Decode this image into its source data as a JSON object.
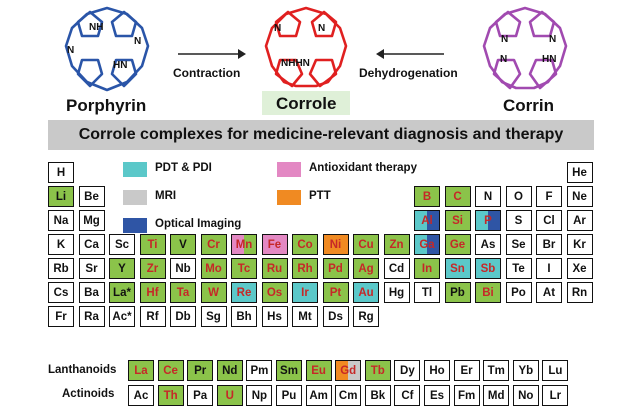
{
  "molecules": {
    "porphyrin": {
      "name": "Porphyrin",
      "nh_top": "NH",
      "n_left": "N",
      "n_right": "N",
      "hn_bottom": "HN",
      "color": "#2a55a8"
    },
    "corrole": {
      "name": "Corrole",
      "n_top": "N",
      "hn_bottom": "NHHN",
      "n2": "N",
      "color": "#e02020"
    },
    "corrin": {
      "name": "Corrin",
      "n_top": "N",
      "hn_bottom": "HN",
      "n_left": "N",
      "n_right": "N",
      "color": "#a14ab0"
    },
    "contraction_label": "Contraction",
    "dehydrogenation_label": "Dehydrogenation"
  },
  "banner": "Corrole complexes for medicine-relevant diagnosis and therapy",
  "legend": [
    {
      "label": "PDT & PDI",
      "color": "#5bc8c9"
    },
    {
      "label": "MRI",
      "color": "#c9c9c9"
    },
    {
      "label": "Optical Imaging",
      "color": "#2f55a5"
    },
    {
      "label": "Antioxidant therapy",
      "color": "#e388c3"
    },
    {
      "label": "PTT",
      "color": "#f08a22"
    }
  ],
  "colors": {
    "green": "#8bc34a",
    "red_text": "#c62828",
    "dark_text": "#111111"
  },
  "elements": [
    {
      "s": "H",
      "r": 0,
      "c": 0,
      "bg": "",
      "txt": "dark"
    },
    {
      "s": "He",
      "r": 0,
      "c": 17,
      "bg": "",
      "txt": "dark"
    },
    {
      "s": "Li",
      "r": 1,
      "c": 0,
      "bg": "green",
      "txt": "dark"
    },
    {
      "s": "Be",
      "r": 1,
      "c": 1,
      "bg": "",
      "txt": "dark"
    },
    {
      "s": "B",
      "r": 1,
      "c": 12,
      "bg": "green",
      "txt": "red"
    },
    {
      "s": "C",
      "r": 1,
      "c": 13,
      "bg": "green",
      "txt": "red"
    },
    {
      "s": "N",
      "r": 1,
      "c": 14,
      "bg": "",
      "txt": "dark"
    },
    {
      "s": "O",
      "r": 1,
      "c": 15,
      "bg": "",
      "txt": "dark"
    },
    {
      "s": "F",
      "r": 1,
      "c": 16,
      "bg": "",
      "txt": "dark"
    },
    {
      "s": "Ne",
      "r": 1,
      "c": 17,
      "bg": "",
      "txt": "dark"
    },
    {
      "s": "Na",
      "r": 2,
      "c": 0,
      "bg": "",
      "txt": "dark"
    },
    {
      "s": "Mg",
      "r": 2,
      "c": 1,
      "bg": "",
      "txt": "dark"
    },
    {
      "s": "Al",
      "r": 2,
      "c": 12,
      "bg": "split-cyan-blue",
      "txt": "red"
    },
    {
      "s": "Si",
      "r": 2,
      "c": 13,
      "bg": "green",
      "txt": "red"
    },
    {
      "s": "P",
      "r": 2,
      "c": 14,
      "bg": "split-cyan-blue",
      "txt": "red"
    },
    {
      "s": "S",
      "r": 2,
      "c": 15,
      "bg": "",
      "txt": "dark"
    },
    {
      "s": "Cl",
      "r": 2,
      "c": 16,
      "bg": "",
      "txt": "dark"
    },
    {
      "s": "Ar",
      "r": 2,
      "c": 17,
      "bg": "",
      "txt": "dark"
    },
    {
      "s": "K",
      "r": 3,
      "c": 0,
      "bg": "",
      "txt": "dark"
    },
    {
      "s": "Ca",
      "r": 3,
      "c": 1,
      "bg": "",
      "txt": "dark"
    },
    {
      "s": "Sc",
      "r": 3,
      "c": 2,
      "bg": "",
      "txt": "dark"
    },
    {
      "s": "Ti",
      "r": 3,
      "c": 3,
      "bg": "green",
      "txt": "red"
    },
    {
      "s": "V",
      "r": 3,
      "c": 4,
      "bg": "green",
      "txt": "dark"
    },
    {
      "s": "Cr",
      "r": 3,
      "c": 5,
      "bg": "green",
      "txt": "red"
    },
    {
      "s": "Mn",
      "r": 3,
      "c": 6,
      "bg": "split-pink-green",
      "txt": "red"
    },
    {
      "s": "Fe",
      "r": 3,
      "c": 7,
      "bg": "pink",
      "txt": "red"
    },
    {
      "s": "Co",
      "r": 3,
      "c": 8,
      "bg": "green",
      "txt": "red"
    },
    {
      "s": "Ni",
      "r": 3,
      "c": 9,
      "bg": "orange",
      "txt": "red"
    },
    {
      "s": "Cu",
      "r": 3,
      "c": 10,
      "bg": "green",
      "txt": "red"
    },
    {
      "s": "Zn",
      "r": 3,
      "c": 11,
      "bg": "green",
      "txt": "red"
    },
    {
      "s": "Ga",
      "r": 3,
      "c": 12,
      "bg": "split-cyan-blue",
      "txt": "red"
    },
    {
      "s": "Ge",
      "r": 3,
      "c": 13,
      "bg": "green",
      "txt": "red"
    },
    {
      "s": "As",
      "r": 3,
      "c": 14,
      "bg": "",
      "txt": "dark"
    },
    {
      "s": "Se",
      "r": 3,
      "c": 15,
      "bg": "",
      "txt": "dark"
    },
    {
      "s": "Br",
      "r": 3,
      "c": 16,
      "bg": "",
      "txt": "dark"
    },
    {
      "s": "Kr",
      "r": 3,
      "c": 17,
      "bg": "",
      "txt": "dark"
    },
    {
      "s": "Rb",
      "r": 4,
      "c": 0,
      "bg": "",
      "txt": "dark"
    },
    {
      "s": "Sr",
      "r": 4,
      "c": 1,
      "bg": "",
      "txt": "dark"
    },
    {
      "s": "Y",
      "r": 4,
      "c": 2,
      "bg": "green",
      "txt": "dark"
    },
    {
      "s": "Zr",
      "r": 4,
      "c": 3,
      "bg": "green",
      "txt": "red"
    },
    {
      "s": "Nb",
      "r": 4,
      "c": 4,
      "bg": "",
      "txt": "dark"
    },
    {
      "s": "Mo",
      "r": 4,
      "c": 5,
      "bg": "green",
      "txt": "red"
    },
    {
      "s": "Tc",
      "r": 4,
      "c": 6,
      "bg": "green",
      "txt": "red"
    },
    {
      "s": "Ru",
      "r": 4,
      "c": 7,
      "bg": "green",
      "txt": "red"
    },
    {
      "s": "Rh",
      "r": 4,
      "c": 8,
      "bg": "green",
      "txt": "red"
    },
    {
      "s": "Pd",
      "r": 4,
      "c": 9,
      "bg": "green",
      "txt": "red"
    },
    {
      "s": "Ag",
      "r": 4,
      "c": 10,
      "bg": "green",
      "txt": "red"
    },
    {
      "s": "Cd",
      "r": 4,
      "c": 11,
      "bg": "",
      "txt": "dark"
    },
    {
      "s": "In",
      "r": 4,
      "c": 12,
      "bg": "green",
      "txt": "red"
    },
    {
      "s": "Sn",
      "r": 4,
      "c": 13,
      "bg": "cyan",
      "txt": "red"
    },
    {
      "s": "Sb",
      "r": 4,
      "c": 14,
      "bg": "cyan",
      "txt": "red"
    },
    {
      "s": "Te",
      "r": 4,
      "c": 15,
      "bg": "",
      "txt": "dark"
    },
    {
      "s": "I",
      "r": 4,
      "c": 16,
      "bg": "",
      "txt": "dark"
    },
    {
      "s": "Xe",
      "r": 4,
      "c": 17,
      "bg": "",
      "txt": "dark"
    },
    {
      "s": "Cs",
      "r": 5,
      "c": 0,
      "bg": "",
      "txt": "dark"
    },
    {
      "s": "Ba",
      "r": 5,
      "c": 1,
      "bg": "",
      "txt": "dark"
    },
    {
      "s": "La*",
      "r": 5,
      "c": 2,
      "bg": "green",
      "txt": "dark"
    },
    {
      "s": "Hf",
      "r": 5,
      "c": 3,
      "bg": "green",
      "txt": "red"
    },
    {
      "s": "Ta",
      "r": 5,
      "c": 4,
      "bg": "green",
      "txt": "red"
    },
    {
      "s": "W",
      "r": 5,
      "c": 5,
      "bg": "green",
      "txt": "red"
    },
    {
      "s": "Re",
      "r": 5,
      "c": 6,
      "bg": "cyan",
      "txt": "red"
    },
    {
      "s": "Os",
      "r": 5,
      "c": 7,
      "bg": "green",
      "txt": "red"
    },
    {
      "s": "Ir",
      "r": 5,
      "c": 8,
      "bg": "cyan",
      "txt": "red"
    },
    {
      "s": "Pt",
      "r": 5,
      "c": 9,
      "bg": "green",
      "txt": "red"
    },
    {
      "s": "Au",
      "r": 5,
      "c": 10,
      "bg": "cyan",
      "txt": "red"
    },
    {
      "s": "Hg",
      "r": 5,
      "c": 11,
      "bg": "",
      "txt": "dark"
    },
    {
      "s": "Tl",
      "r": 5,
      "c": 12,
      "bg": "",
      "txt": "dark"
    },
    {
      "s": "Pb",
      "r": 5,
      "c": 13,
      "bg": "green",
      "txt": "dark"
    },
    {
      "s": "Bi",
      "r": 5,
      "c": 14,
      "bg": "green",
      "txt": "red"
    },
    {
      "s": "Po",
      "r": 5,
      "c": 15,
      "bg": "",
      "txt": "dark"
    },
    {
      "s": "At",
      "r": 5,
      "c": 16,
      "bg": "",
      "txt": "dark"
    },
    {
      "s": "Rn",
      "r": 5,
      "c": 17,
      "bg": "",
      "txt": "dark"
    },
    {
      "s": "Fr",
      "r": 6,
      "c": 0,
      "bg": "",
      "txt": "dark"
    },
    {
      "s": "Ra",
      "r": 6,
      "c": 1,
      "bg": "",
      "txt": "dark"
    },
    {
      "s": "Ac*",
      "r": 6,
      "c": 2,
      "bg": "",
      "txt": "dark"
    },
    {
      "s": "Rf",
      "r": 6,
      "c": 3,
      "bg": "",
      "txt": "dark"
    },
    {
      "s": "Db",
      "r": 6,
      "c": 4,
      "bg": "",
      "txt": "dark"
    },
    {
      "s": "Sg",
      "r": 6,
      "c": 5,
      "bg": "",
      "txt": "dark"
    },
    {
      "s": "Bh",
      "r": 6,
      "c": 6,
      "bg": "",
      "txt": "dark"
    },
    {
      "s": "Hs",
      "r": 6,
      "c": 7,
      "bg": "",
      "txt": "dark"
    },
    {
      "s": "Mt",
      "r": 6,
      "c": 8,
      "bg": "",
      "txt": "dark"
    },
    {
      "s": "Ds",
      "r": 6,
      "c": 9,
      "bg": "",
      "txt": "dark"
    },
    {
      "s": "Rg",
      "r": 6,
      "c": 10,
      "bg": "",
      "txt": "dark"
    }
  ],
  "f_block": {
    "lanthanoids_label": "Lanthanoids",
    "actinoids_label": "Actinoids",
    "lanthanoids": [
      {
        "s": "La",
        "bg": "green",
        "txt": "red"
      },
      {
        "s": "Ce",
        "bg": "green",
        "txt": "red"
      },
      {
        "s": "Pr",
        "bg": "green",
        "txt": "dark"
      },
      {
        "s": "Nd",
        "bg": "green",
        "txt": "dark"
      },
      {
        "s": "Pm",
        "bg": "",
        "txt": "dark"
      },
      {
        "s": "Sm",
        "bg": "green",
        "txt": "dark"
      },
      {
        "s": "Eu",
        "bg": "green",
        "txt": "red"
      },
      {
        "s": "Gd",
        "bg": "split-orange-gray",
        "txt": "red"
      },
      {
        "s": "Tb",
        "bg": "green",
        "txt": "red"
      },
      {
        "s": "Dy",
        "bg": "",
        "txt": "dark"
      },
      {
        "s": "Ho",
        "bg": "",
        "txt": "dark"
      },
      {
        "s": "Er",
        "bg": "",
        "txt": "dark"
      },
      {
        "s": "Tm",
        "bg": "",
        "txt": "dark"
      },
      {
        "s": "Yb",
        "bg": "",
        "txt": "dark"
      },
      {
        "s": "Lu",
        "bg": "",
        "txt": "dark"
      }
    ],
    "actinoids": [
      {
        "s": "Ac",
        "bg": "",
        "txt": "dark"
      },
      {
        "s": "Th",
        "bg": "green",
        "txt": "red"
      },
      {
        "s": "Pa",
        "bg": "",
        "txt": "dark"
      },
      {
        "s": "U",
        "bg": "green",
        "txt": "red"
      },
      {
        "s": "Np",
        "bg": "",
        "txt": "dark"
      },
      {
        "s": "Pu",
        "bg": "",
        "txt": "dark"
      },
      {
        "s": "Am",
        "bg": "",
        "txt": "dark"
      },
      {
        "s": "Cm",
        "bg": "",
        "txt": "dark"
      },
      {
        "s": "Bk",
        "bg": "",
        "txt": "dark"
      },
      {
        "s": "Cf",
        "bg": "",
        "txt": "dark"
      },
      {
        "s": "Es",
        "bg": "",
        "txt": "dark"
      },
      {
        "s": "Fm",
        "bg": "",
        "txt": "dark"
      },
      {
        "s": "Md",
        "bg": "",
        "txt": "dark"
      },
      {
        "s": "No",
        "bg": "",
        "txt": "dark"
      },
      {
        "s": "Lr",
        "bg": "",
        "txt": "dark"
      }
    ]
  }
}
